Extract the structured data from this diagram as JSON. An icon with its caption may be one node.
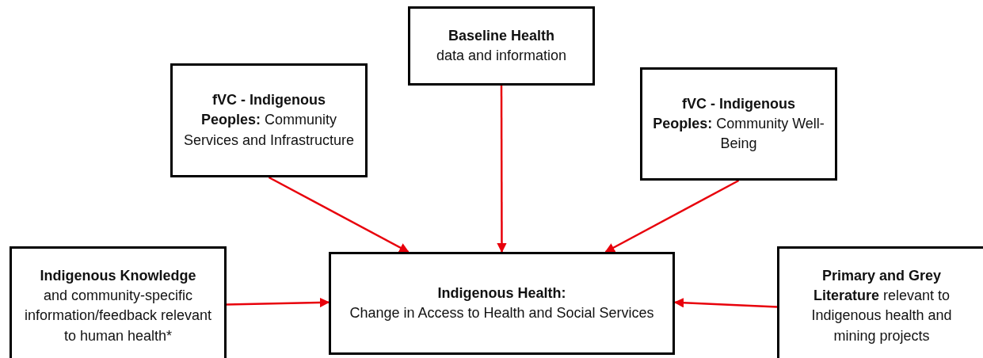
{
  "diagram": {
    "nodes": [
      {
        "text": [
          "Baseline Health",
          "data and information"
        ]
      },
      {
        "text": [
          "**fVC - Indigenous Peoples:** Community Services and Infrastructure"
        ]
      },
      {
        "text": [
          "**fVC - Indigenous Peoples:** Community Well-Being"
        ]
      },
      {
        "text": [
          "Indigenous Knowledge",
          "and community-specific information/feedback relevant to human health*"
        ]
      },
      {
        "text": [
          "Indigenous Health:",
          "Change in Access to Health and Social Services"
        ]
      },
      {
        "text": [
          "**Primary and Grey Literature** relevant to Indigenous health and mining projects"
        ]
      }
    ],
    "edges": [
      {
        "from": 0,
        "to": 4,
        "arrow": "to"
      },
      {
        "from": 1,
        "to": 4,
        "arrow": "to"
      },
      {
        "from": 2,
        "to": 4,
        "arrow": "to"
      },
      {
        "from": 3,
        "to": 4,
        "arrow": "to"
      },
      {
        "from": 5,
        "to": 4,
        "arrow": "to"
      }
    ]
  }
}
